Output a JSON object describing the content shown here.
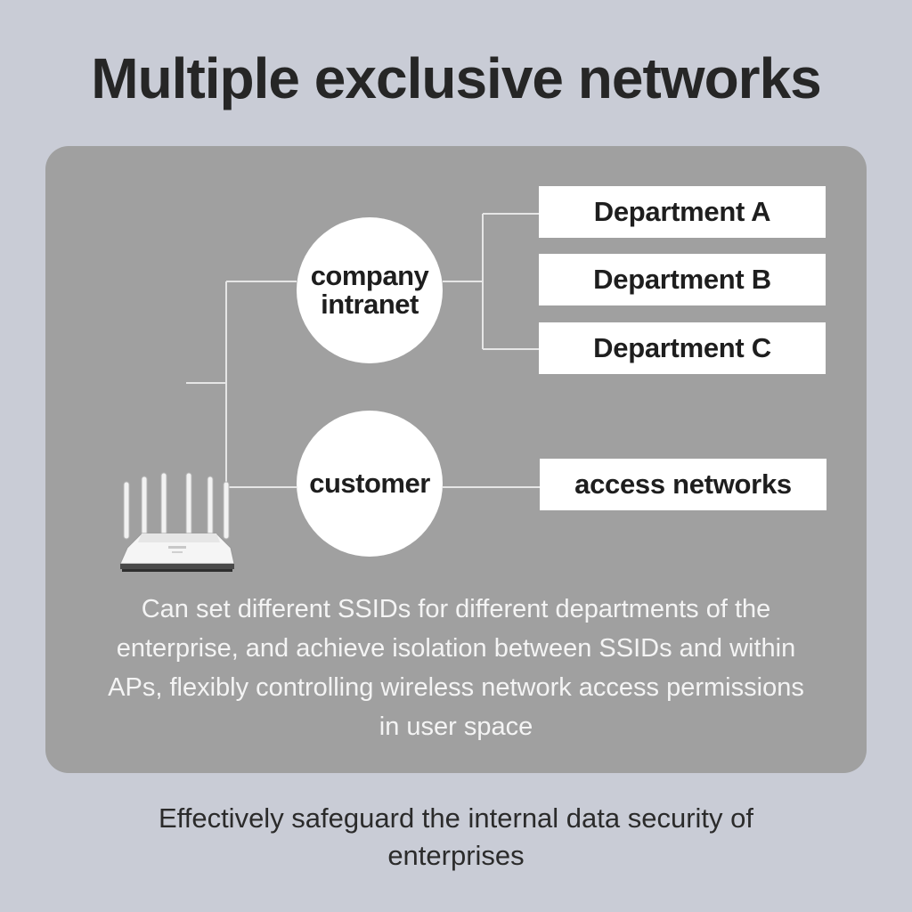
{
  "title": "Multiple exclusive networks",
  "diagram": {
    "router": {
      "icon": "wifi-router-icon"
    },
    "networks": [
      {
        "label": "company intranet",
        "children": [
          "Department A",
          "Department B",
          "Department C"
        ]
      },
      {
        "label": "customer",
        "children": [
          "access networks"
        ]
      }
    ]
  },
  "description": "Can set different SSIDs for different departments of the enterprise, and achieve isolation between SSIDs and within APs, flexibly controlling wireless network access permissions in user space",
  "footer": "Effectively safeguard the internal data security of enterprises",
  "colors": {
    "background": "#c9ccd6",
    "panel": "#a0a0a0",
    "node_fill": "#ffffff",
    "connector": "#e6e6e6",
    "title_text": "#262626"
  }
}
